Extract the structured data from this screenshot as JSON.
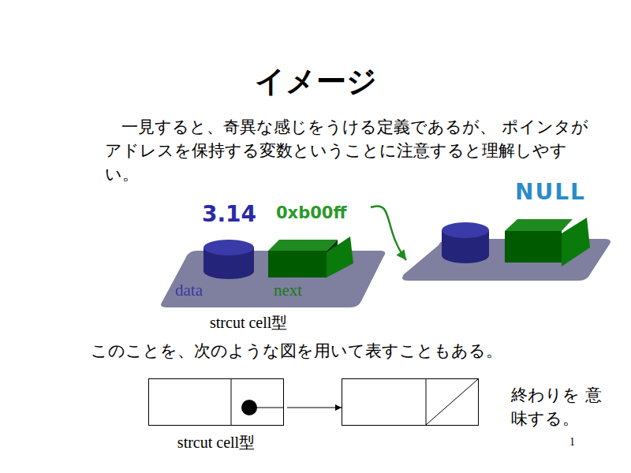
{
  "diagram": {
    "title": "イメージ",
    "nodes": [
      {
        "text": [
          "3.14",
          "data",
          "0xb00ff",
          "next",
          "strcut cell型"
        ]
      },
      {
        "text": [
          "NULL"
        ]
      },
      {
        "text": [
          "strcut cell型"
        ]
      },
      {
        "text": [
          "終わりを 意味する。"
        ]
      }
    ],
    "edges": [
      {
        "from": 0,
        "to": 1,
        "arrow": "to"
      },
      {
        "from": 2,
        "to": 3,
        "arrow": "to"
      }
    ],
    "labels": [
      "一見すると、奇異な感じをうける定義であるが、 ポインタがアドレスを保持する変数ということに注意すると理解しやすい。",
      "このことを、次のような図を用いて表すこともある。",
      "1"
    ]
  }
}
